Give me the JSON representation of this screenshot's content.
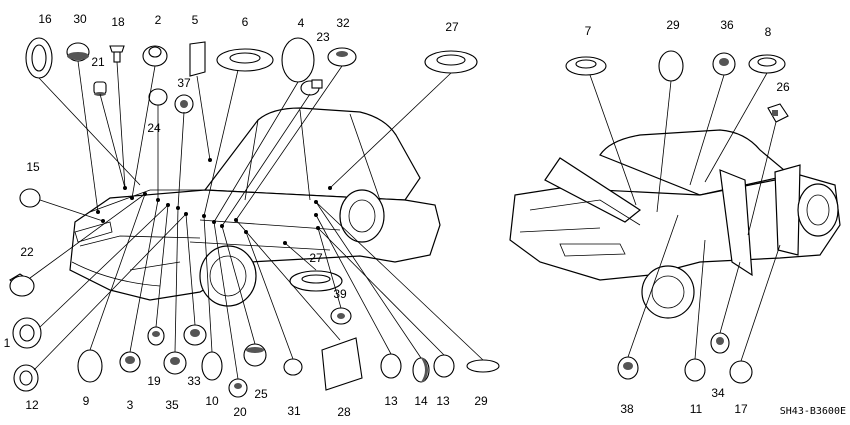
{
  "diagram_code": "SH43-B3600E",
  "part_numbers": [
    "1",
    "2",
    "3",
    "4",
    "5",
    "6",
    "7",
    "8",
    "9",
    "10",
    "11",
    "12",
    "13",
    "14",
    "15",
    "16",
    "17",
    "18",
    "19",
    "20",
    "21",
    "22",
    "23",
    "24",
    "25",
    "26",
    "27",
    "28",
    "29",
    "30",
    "31",
    "32",
    "33",
    "34",
    "35",
    "36",
    "37",
    "38",
    "39"
  ],
  "view_labels": {
    "left": "sedan-exterior-cutaway",
    "right": "open-trunk-doors-view"
  }
}
